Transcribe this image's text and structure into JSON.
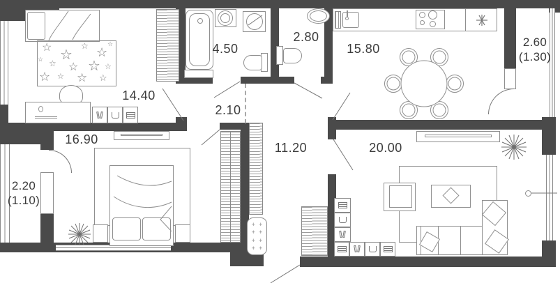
{
  "floorplan": {
    "rooms": {
      "bedroom_top": {
        "area": "14.40"
      },
      "bathroom": {
        "area": "4.50"
      },
      "wc": {
        "area": "2.80"
      },
      "kitchen": {
        "area": "15.80"
      },
      "balcony_right": {
        "area": "2.60",
        "area_reduced": "(1.30)"
      },
      "hallway": {
        "area": "2.10"
      },
      "corridor": {
        "area": "11.20"
      },
      "bedroom_bottom": {
        "area": "16.90"
      },
      "balcony_left": {
        "area": "2.20",
        "area_reduced": "(1.10)"
      },
      "living_room": {
        "area": "20.00"
      }
    },
    "decor": {
      "star": "☆",
      "plus": "+"
    },
    "colors": {
      "wall": "#4a4a4a",
      "furniture_line": "#8f8f8f",
      "text": "#3c3c3c"
    },
    "icons": [
      "snowflake-fridge-icon",
      "plant-icon",
      "books-icon",
      "pot-icon",
      "drawer-icon",
      "star-rug-decor"
    ]
  }
}
